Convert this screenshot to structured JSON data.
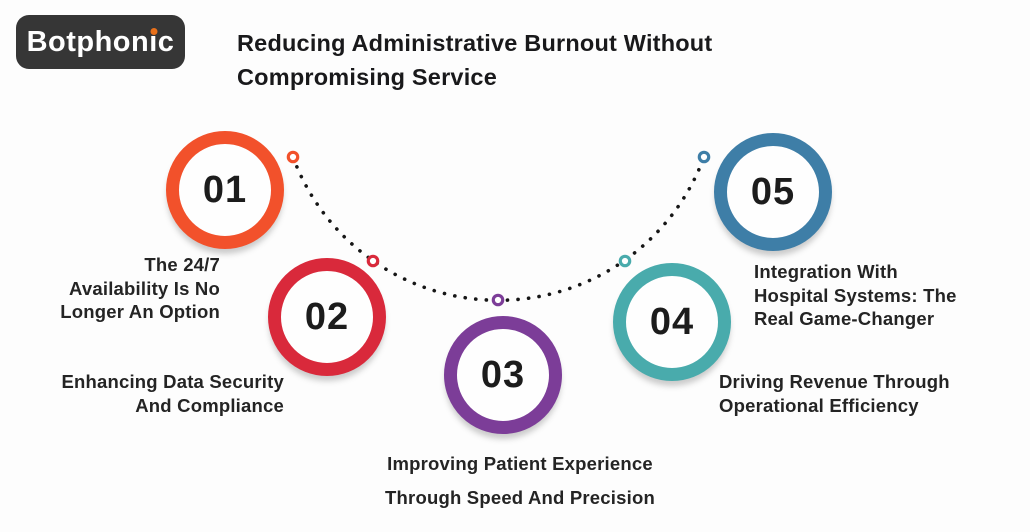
{
  "logo": {
    "text_pre": "Botphon",
    "text_i": "i",
    "text_post": "c",
    "bg_color": "#363636",
    "text_color": "#ffffff",
    "i_dot_color": "#e8701a"
  },
  "title": {
    "line1": "Reducing Administrative Burnout Without",
    "line2": "Compromising Service",
    "color": "#19191b"
  },
  "steps": [
    {
      "number": "01",
      "label": "The 24/7\nAvailability Is No\nLonger An Option",
      "color": "#f2512b"
    },
    {
      "number": "02",
      "label": "Enhancing Data Security\nAnd Compliance",
      "color": "#d9293b"
    },
    {
      "number": "03",
      "label": "Improving Patient Experience\nThrough Speed And Precision",
      "color": "#7c3d98"
    },
    {
      "number": "04",
      "label": "Driving Revenue Through\nOperational Efficiency",
      "color": "#49abac"
    },
    {
      "number": "05",
      "label": "Integration With\nHospital Systems: The\nReal Game-Changer",
      "color": "#3e7ea7"
    }
  ],
  "connector": {
    "dot_color": "#161616"
  }
}
